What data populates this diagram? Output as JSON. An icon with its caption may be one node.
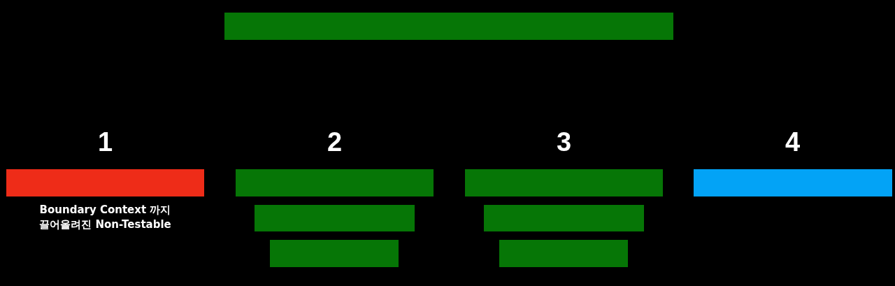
{
  "diagram": {
    "nodes": [
      {
        "text": [],
        "shape": "bar"
      },
      {
        "text": [],
        "shape": "bar",
        "beside": [
          "Boundary Context 까지 끌어올려진 Non-Testable"
        ]
      },
      {
        "text": [],
        "shape": "bar"
      },
      {
        "text": [],
        "shape": "bar"
      },
      {
        "text": [],
        "shape": "bar"
      },
      {
        "text": [],
        "shape": "bar"
      },
      {
        "text": [],
        "shape": "bar"
      },
      {
        "text": [],
        "shape": "bar"
      },
      {
        "text": [],
        "shape": "bar"
      }
    ],
    "labels": [
      "1",
      "2",
      "3",
      "4"
    ]
  }
}
